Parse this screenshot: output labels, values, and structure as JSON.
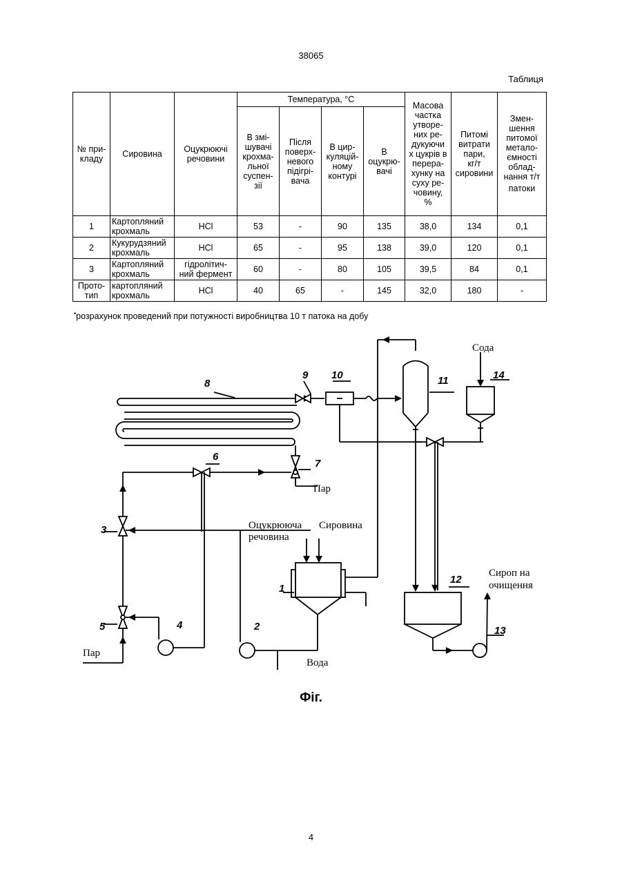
{
  "doc_number": "38065",
  "table_caption": "Таблиця",
  "table": {
    "headers": {
      "example_no": "№ при-\nкладу",
      "raw_material": "Сировина",
      "saccharifying": "Оцукрюючі\nречовини",
      "temperature_group": "Температура, °С",
      "t_mixer": "В змі-\nшувачі\nкрохма-\nльної\nсуспен-\nзії",
      "t_after_heater": "Після\nповерх-\nневого\nпідігрі-\nвача",
      "t_circulation": "В цир-\nкуляцій-\nному\nконтурі",
      "t_saccharifier": "В\nоцукрю-\nвачі",
      "mass_fraction": "Масова\nчастка\nутворе-\nних ре-\nдукуючи\nх цукрів в\nперера-\nхунку на\nсуху ре-\nчовину,\n%",
      "steam": "Питомі\nвитрати\nпари,\nкг/т\nсировини",
      "metal_reduction": "Змен-\nшення\nпитомої\nметало-\nємності\nоблад-\nнання т/т\nпатоки"
    },
    "footnote_marker": "•",
    "rows": [
      {
        "no": "1",
        "raw": "Картопляний\nкрохмаль",
        "agent": "HCl",
        "t1": "53",
        "t2": "-",
        "t3": "90",
        "t4": "135",
        "mass": "38,0",
        "steam": "134",
        "metal": "0,1"
      },
      {
        "no": "2",
        "raw": "Кукурудзяний\nкрохмаль",
        "agent": "HCl",
        "t1": "65",
        "t2": "-",
        "t3": "95",
        "t4": "138",
        "mass": "39,0",
        "steam": "120",
        "metal": "0,1"
      },
      {
        "no": "3",
        "raw": "Картопляний\nкрохмаль",
        "agent": "гідролітич-\nний фермент",
        "t1": "60",
        "t2": "-",
        "t3": "80",
        "t4": "105",
        "mass": "39,5",
        "steam": "84",
        "metal": "0,1"
      },
      {
        "no": "Прото-\nтип",
        "raw": "картопляний\nкрохмаль",
        "agent": "HCl",
        "t1": "40",
        "t2": "65",
        "t3": "-",
        "t4": "145",
        "mass": "32,0",
        "steam": "180",
        "metal": "-"
      }
    ]
  },
  "footnote": {
    "marker": "•",
    "text": "розрахунок проведений при потужності виробництва 10 т патока на добу"
  },
  "figure": {
    "labels": {
      "soda": "Сода",
      "steam_top": "Пар",
      "steam_bottom": "Пар",
      "sacch_agent_line1": "Оцукрююча",
      "sacch_agent_line2": "речовина",
      "raw_material": "Сировина",
      "water": "Вода",
      "syrup_line1": "Сироп на",
      "syrup_line2": "очищення"
    },
    "numbers": [
      "1",
      "2",
      "3",
      "4",
      "5",
      "6",
      "7",
      "8",
      "9",
      "10",
      "11",
      "12",
      "13",
      "14"
    ]
  },
  "figure_caption": "Фіг.",
  "page_number": "4"
}
